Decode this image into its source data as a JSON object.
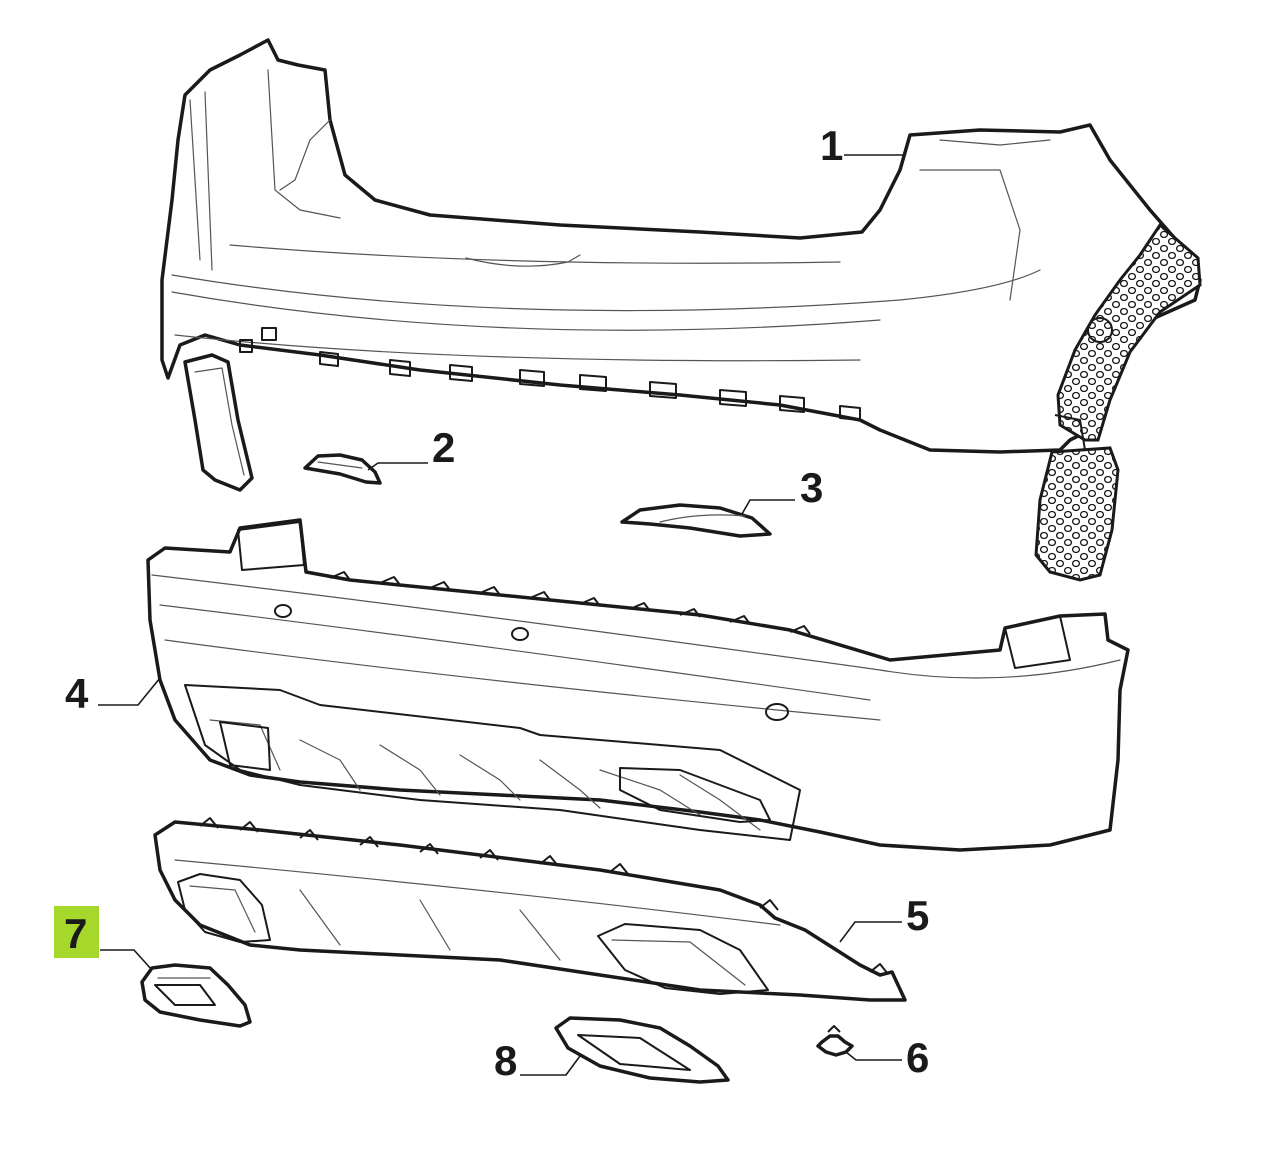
{
  "diagram": {
    "highlight_color": "#a6d82c",
    "callouts": [
      {
        "id": "1",
        "label": "1",
        "part": "rear-bumper-cover",
        "highlighted": false
      },
      {
        "id": "2",
        "label": "2",
        "part": "left-trim-insert",
        "highlighted": false
      },
      {
        "id": "3",
        "label": "3",
        "part": "right-trim-insert",
        "highlighted": false
      },
      {
        "id": "4",
        "label": "4",
        "part": "lower-bumper-panel",
        "highlighted": false
      },
      {
        "id": "5",
        "label": "5",
        "part": "rear-diffuser",
        "highlighted": false
      },
      {
        "id": "6",
        "label": "6",
        "part": "clip-fastener",
        "highlighted": false
      },
      {
        "id": "7",
        "label": "7",
        "part": "left-exhaust-trim",
        "highlighted": true
      },
      {
        "id": "8",
        "label": "8",
        "part": "right-exhaust-trim",
        "highlighted": false
      }
    ]
  }
}
